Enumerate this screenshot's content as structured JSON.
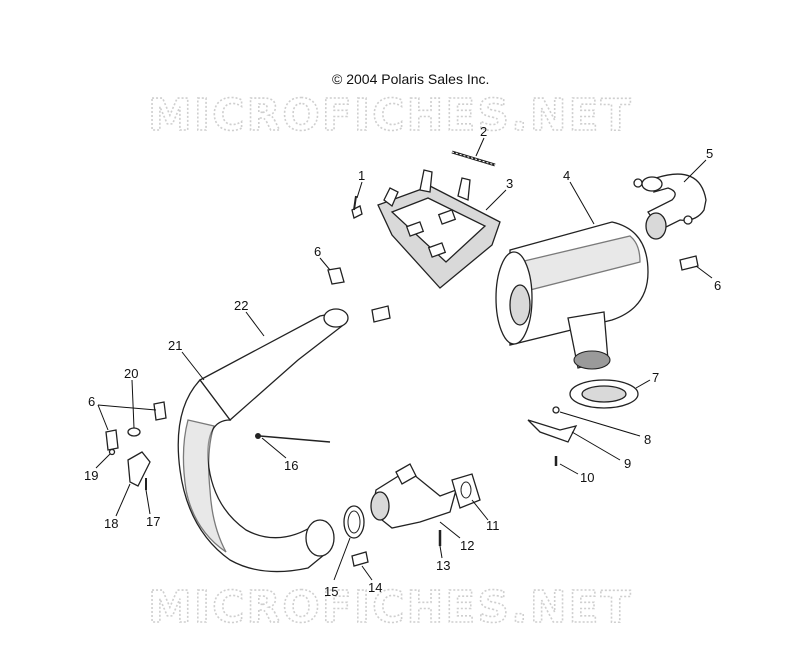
{
  "copyright": "© 2004 Polaris Sales Inc.",
  "watermarks": [
    "MICROFICHES.NET",
    "MICROFICHES.NET"
  ],
  "callouts": {
    "c1": "1",
    "c2": "2",
    "c3": "3",
    "c4": "4",
    "c5": "5",
    "c6a": "6",
    "c6b": "6",
    "c6c": "6",
    "c7": "7",
    "c8": "8",
    "c9": "9",
    "c10": "10",
    "c11": "11",
    "c12": "12",
    "c13": "13",
    "c14": "14",
    "c15": "15",
    "c16": "16",
    "c17": "17",
    "c18": "18",
    "c19": "19",
    "c20": "20",
    "c21": "21",
    "c22": "22"
  }
}
